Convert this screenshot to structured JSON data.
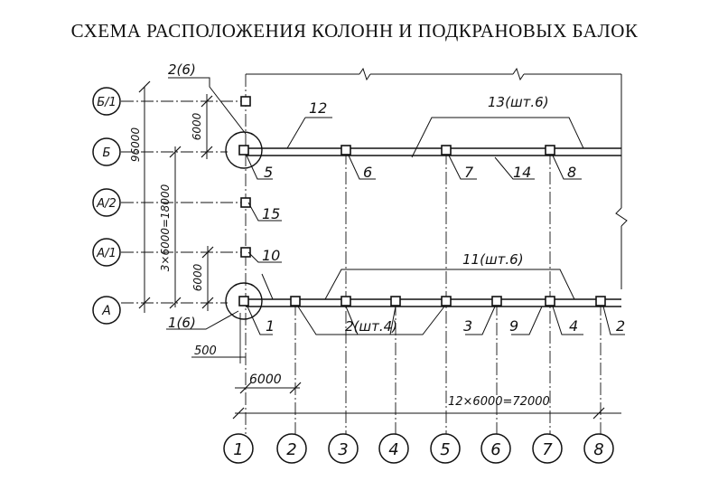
{
  "title": "СХЕМА РАСПОЛОЖЕНИЯ КОЛОНН И ПОДКРАНОВЫХ БАЛОК",
  "axes_letters": [
    {
      "label": "Б/1"
    },
    {
      "label": "Б"
    },
    {
      "label": "А/2"
    },
    {
      "label": "А/1"
    },
    {
      "label": "А"
    }
  ],
  "axes_numbers": [
    "1",
    "2",
    "3",
    "4",
    "5",
    "6",
    "7",
    "8"
  ],
  "dimensions": {
    "span_top": "6000",
    "span_total": "96000",
    "span_middle": "3×6000=18000",
    "span_bottom": "6000",
    "offset": "500",
    "step": "6000",
    "length_total": "12×6000=72000"
  },
  "callouts": {
    "c2_6": "2(6)",
    "c12": "12",
    "c13": "13(шт.6)",
    "c5": "5",
    "c6": "6",
    "c7": "7",
    "c14": "14",
    "c8": "8",
    "c15": "15",
    "c10": "10",
    "c11": "11(шт.6)",
    "c1_6": "1(6)",
    "c1": "1",
    "c2_4": "2(шт.4)",
    "c3": "3",
    "c9": "9",
    "c4": "4",
    "c2": "2"
  }
}
